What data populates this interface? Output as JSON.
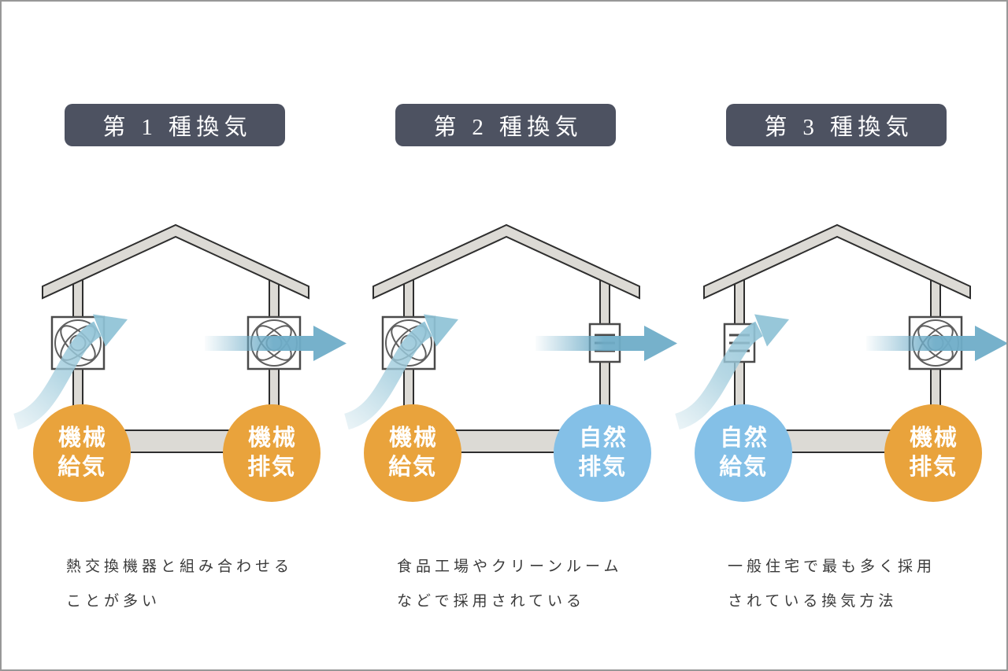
{
  "page": {
    "background": "#ffffff",
    "border_color": "#989898"
  },
  "colors": {
    "page_bg": "#ffffff",
    "page_border": "#989898",
    "badge_bg": "#4d5261",
    "badge_text": "#ffffff",
    "mechanical": "#e9a33c",
    "natural": "#84c0e7",
    "arrow_strong": "#6fadc8",
    "arrow_soft": "#aed3e0",
    "beam_fill": "#dcdad5",
    "beam_stroke": "#2e2e2e",
    "text": "#3a3a3a"
  },
  "columns": [
    {
      "title": "第 1 種換気",
      "supply": {
        "label": "機械\n給気",
        "type": "mechanical",
        "device": "fan"
      },
      "exhaust": {
        "label": "機械\n排気",
        "type": "mechanical",
        "device": "fan"
      },
      "description": [
        "熱交換機器と組み合わせる",
        "ことが多い"
      ]
    },
    {
      "title": "第 2 種換気",
      "supply": {
        "label": "機械\n給気",
        "type": "mechanical",
        "device": "fan"
      },
      "exhaust": {
        "label": "自然\n排気",
        "type": "natural",
        "device": "vent"
      },
      "description": [
        "食品工場やクリーンルーム",
        "などで採用されている"
      ]
    },
    {
      "title": "第 3 種換気",
      "supply": {
        "label": "自然\n給気",
        "type": "natural",
        "device": "vent"
      },
      "exhaust": {
        "label": "機械\n排気",
        "type": "mechanical",
        "device": "fan"
      },
      "description": [
        "一般住宅で最も多く採用",
        "されている換気方法"
      ]
    }
  ]
}
